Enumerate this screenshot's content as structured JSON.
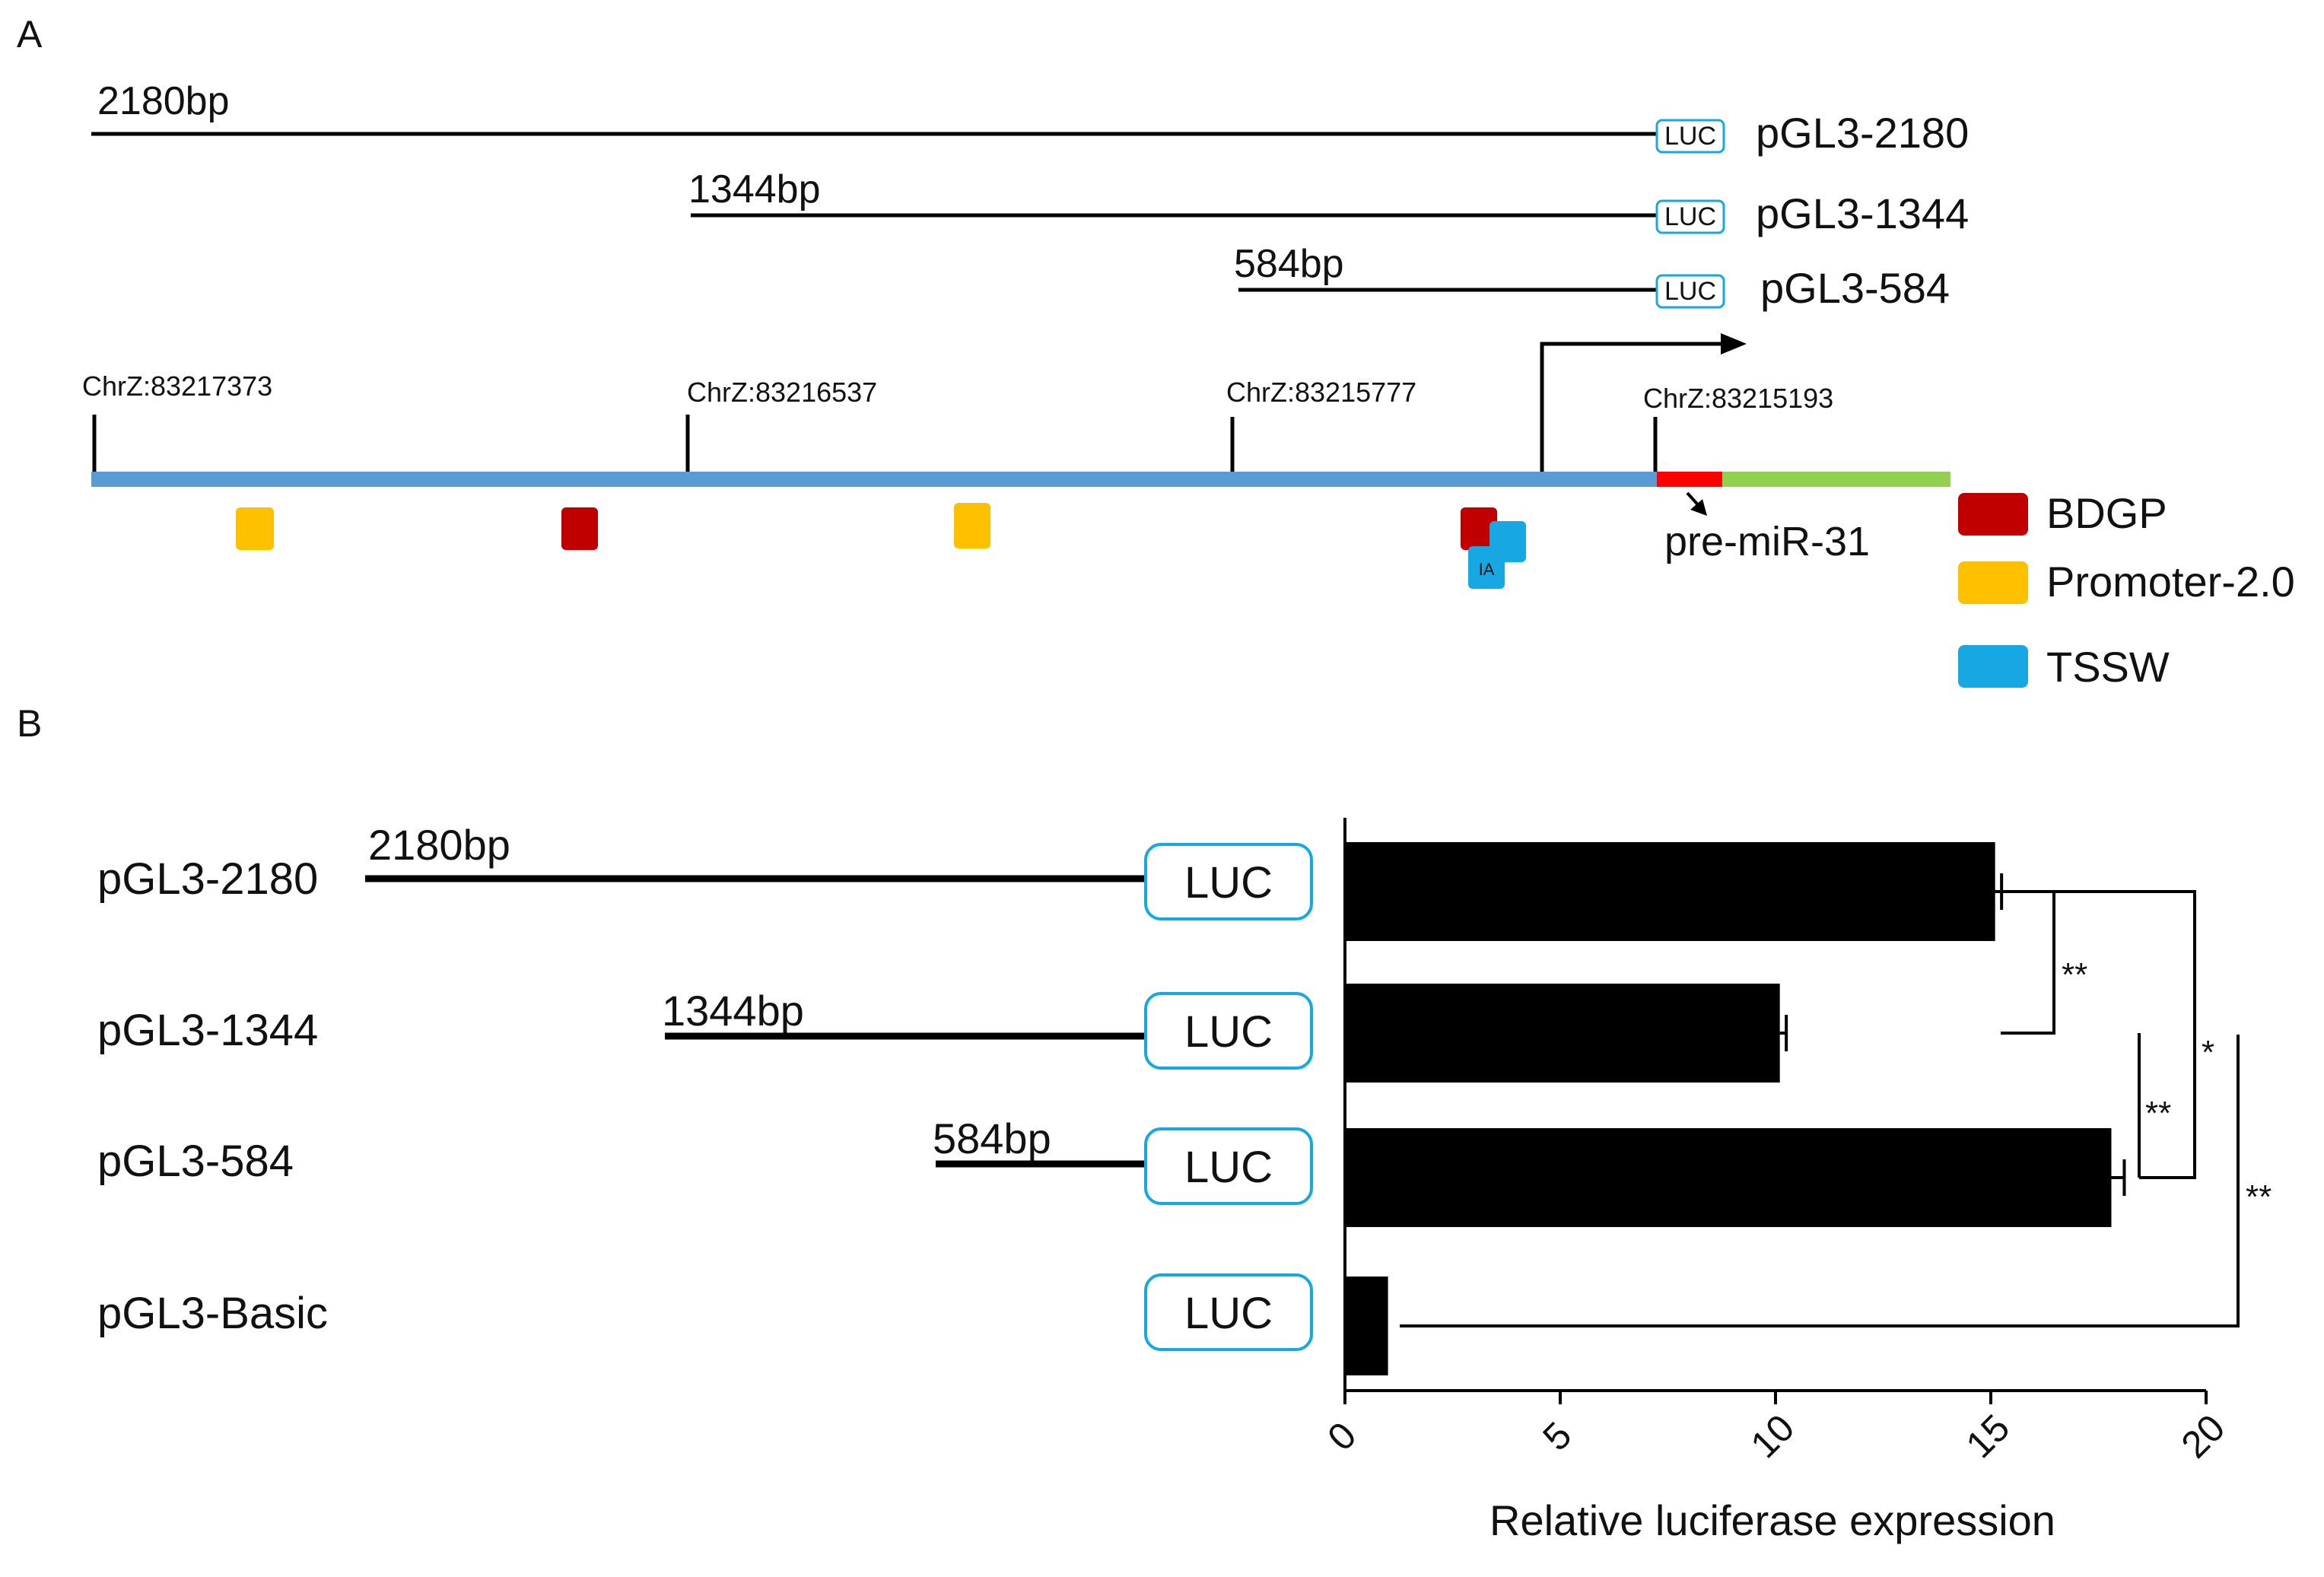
{
  "panel_a": {
    "label": "A",
    "constructs": [
      {
        "length_label": "2180bp",
        "luc": "LUC",
        "name": "pGL3-2180"
      },
      {
        "length_label": "1344bp",
        "luc": "LUC",
        "name": "pGL3-1344"
      },
      {
        "length_label": "584bp",
        "luc": "LUC",
        "name": "pGL3-584"
      }
    ],
    "coordinates": [
      "ChrZ:83217373",
      "ChrZ:83216537",
      "ChrZ:83215777",
      "ChrZ:83215193"
    ],
    "mirna_label": "pre-miR-31",
    "tssw_site_label": "IA",
    "legend": [
      {
        "label": "BDGP",
        "color": "#c00000"
      },
      {
        "label": "Promoter-2.0",
        "color": "#ffc000"
      },
      {
        "label": "TSSW",
        "color": "#17a8e3"
      }
    ],
    "colors": {
      "genome": "#5b9bd5",
      "premir": "#ff0000",
      "downstream": "#92d050",
      "luc_border": "#17a8e3"
    }
  },
  "panel_b": {
    "label": "B",
    "rows": [
      {
        "name": "pGL3-2180",
        "length_label": "2180bp",
        "luc": "LUC"
      },
      {
        "name": "pGL3-1344",
        "length_label": "1344bp",
        "luc": "LUC"
      },
      {
        "name": "pGL3-584",
        "length_label": "584bp",
        "luc": "LUC"
      },
      {
        "name": "pGL3-Basic",
        "length_label": "",
        "luc": "LUC"
      }
    ],
    "significance": [
      "**",
      "*",
      "**",
      "**"
    ]
  },
  "chart_data": {
    "type": "bar",
    "orientation": "horizontal",
    "categories": [
      "pGL3-2180",
      "pGL3-1344",
      "pGL3-584",
      "pGL3-Basic"
    ],
    "values": [
      15.1,
      10.1,
      17.8,
      1.0
    ],
    "errors": [
      0.15,
      0.15,
      0.3,
      0.0
    ],
    "xlabel": "Relative luciferase expression",
    "xlim": [
      0,
      20
    ],
    "xticks": [
      "0",
      "5",
      "10",
      "15",
      "20"
    ],
    "bar_color": "#000000",
    "grid": false
  }
}
